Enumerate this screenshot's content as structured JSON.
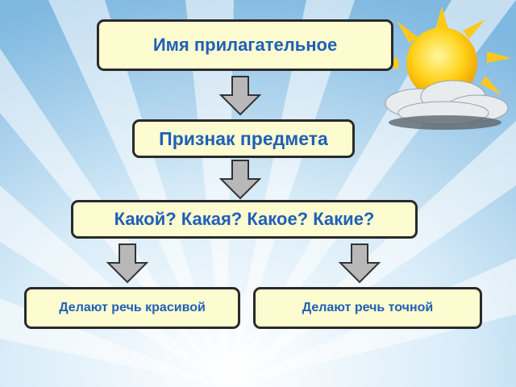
{
  "diagram": {
    "title_box": "Имя прилагательное",
    "level2_box": "Признак предмета",
    "level3_box": "Какой? Какая? Какое? Какие?",
    "left_leaf_box": "Делают речь красивой",
    "right_leaf_box": "Делают речь точной"
  },
  "colors": {
    "box_fill": "#fdfbd0",
    "box_text": "#1f5fb8",
    "box_border": "#2a2a2a",
    "arrow_fill": "#b8b8b8",
    "background_top": "#7fb8e0",
    "background_light": "#f4fbff"
  },
  "decor": {
    "sun_icon": "sun-behind-cloud-icon"
  }
}
